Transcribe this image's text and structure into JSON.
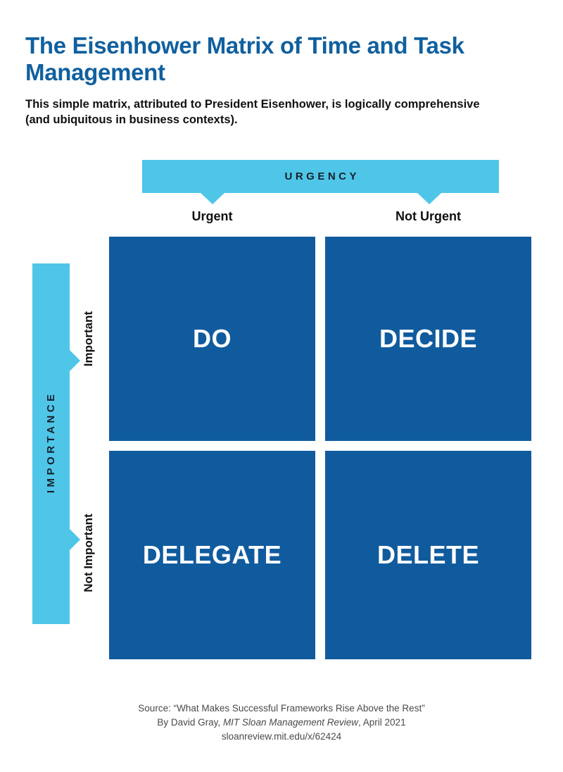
{
  "header": {
    "title": "The Eisenhower Matrix of Time and Task Management",
    "subtitle": "This simple matrix, attributed to President Eisenhower, is logically comprehensive (and ubiquitous in business contexts)."
  },
  "axes": {
    "urgency": {
      "label": "URGENCY",
      "columns": [
        "Urgent",
        "Not Urgent"
      ]
    },
    "importance": {
      "label": "IMPORTANCE",
      "rows": [
        "Important",
        "Not Important"
      ]
    }
  },
  "matrix": {
    "quadrants": [
      {
        "label": "DO",
        "urgency": "Urgent",
        "importance": "Important"
      },
      {
        "label": "DECIDE",
        "urgency": "Not Urgent",
        "importance": "Important"
      },
      {
        "label": "DELEGATE",
        "urgency": "Urgent",
        "importance": "Not Important"
      },
      {
        "label": "DELETE",
        "urgency": "Not Urgent",
        "importance": "Not Important"
      }
    ]
  },
  "source": {
    "line1": "Source: “What Makes Successful Frameworks Rise Above the Rest”",
    "line2_prefix": "By David Gray, ",
    "line2_publication": "MIT Sloan Management Review",
    "line2_suffix": ", April 2021",
    "line3": "sloanreview.mit.edu/x/62424"
  },
  "colors": {
    "accent_light": "#4FC6E8",
    "accent_dark": "#105B9E",
    "title": "#10609F",
    "text": "#111111",
    "source_text": "#4A4A4A",
    "background": "#FFFFFF"
  }
}
